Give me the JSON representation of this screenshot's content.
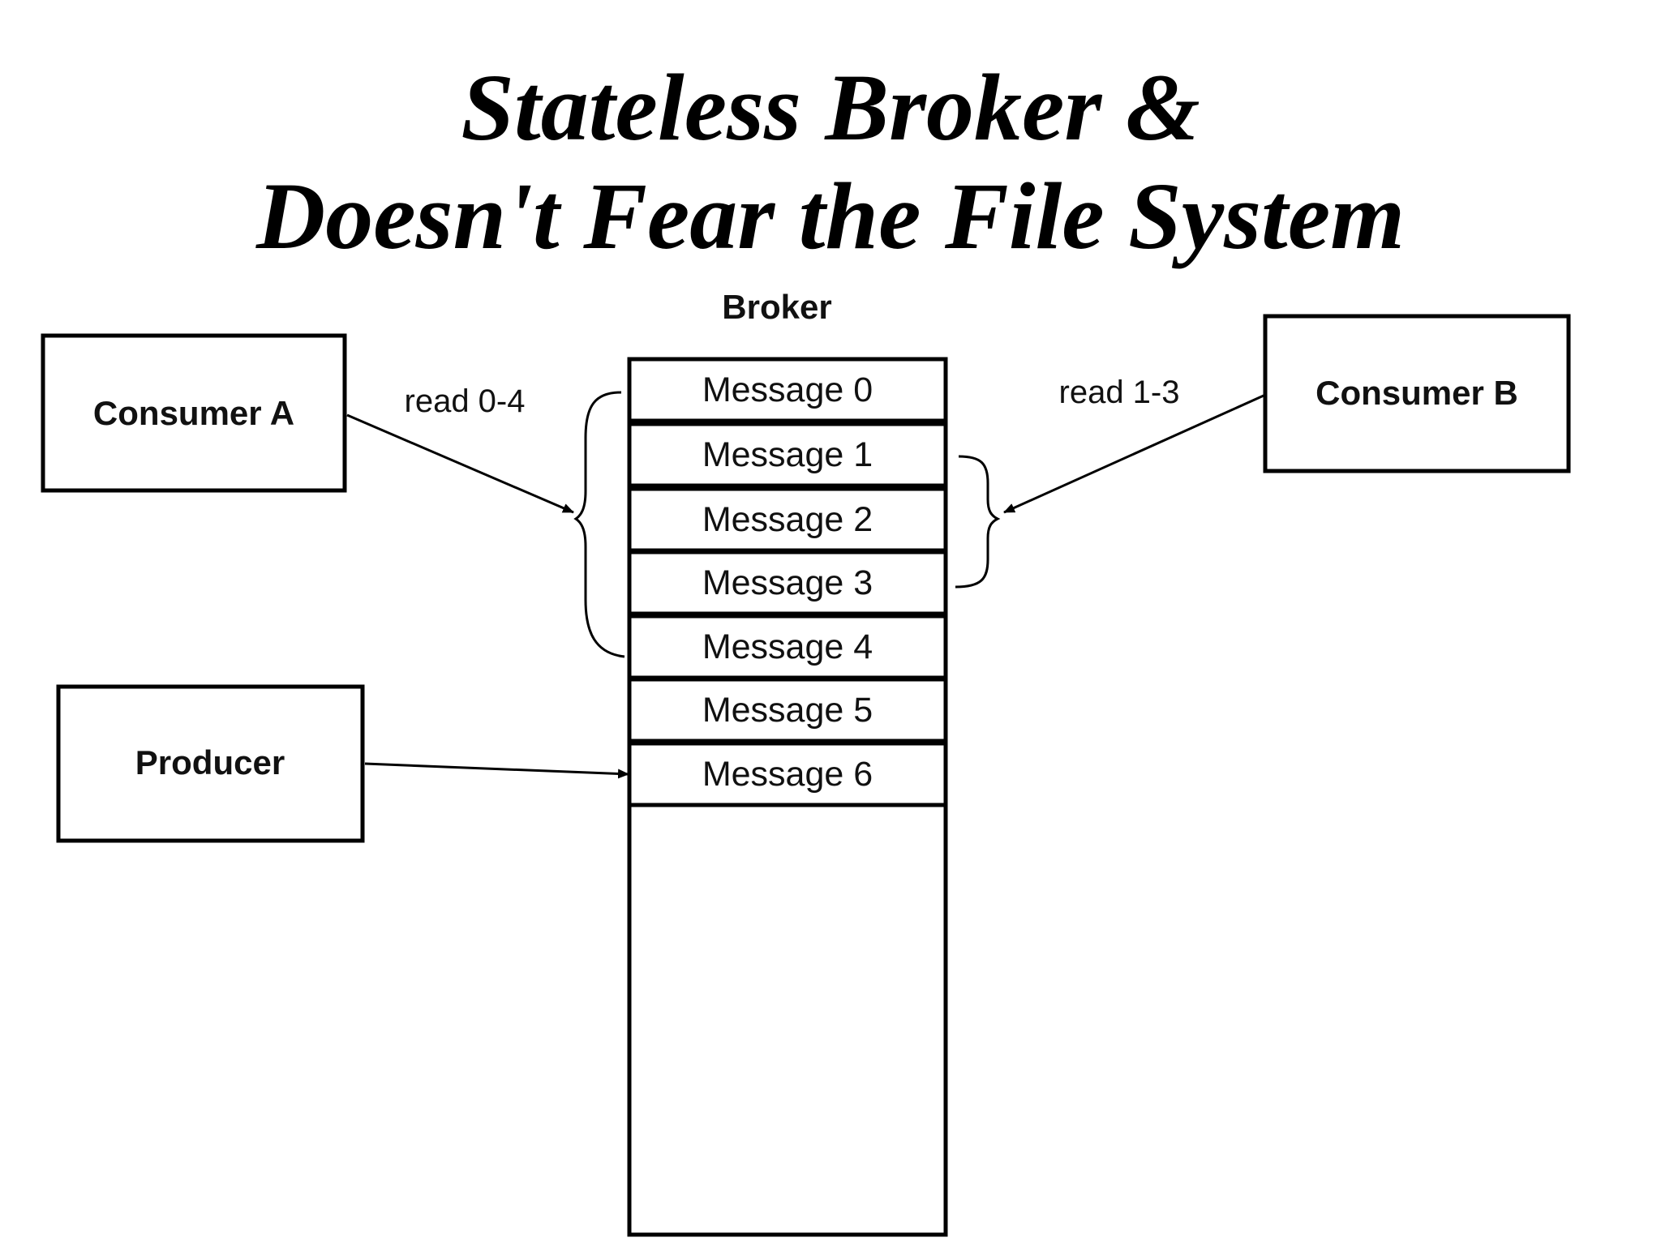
{
  "title": {
    "line1": "Stateless Broker &",
    "line2": "Doesn't Fear the File System"
  },
  "diagram": {
    "broker_label": "Broker",
    "consumer_a": "Consumer A",
    "consumer_b": "Consumer B",
    "producer": "Producer",
    "consumer_a_edge": "read 0-4",
    "consumer_b_edge": "read 1-3",
    "messages": [
      "Message 0",
      "Message 1",
      "Message 2",
      "Message 3",
      "Message 4",
      "Message 5",
      "Message 6"
    ]
  }
}
